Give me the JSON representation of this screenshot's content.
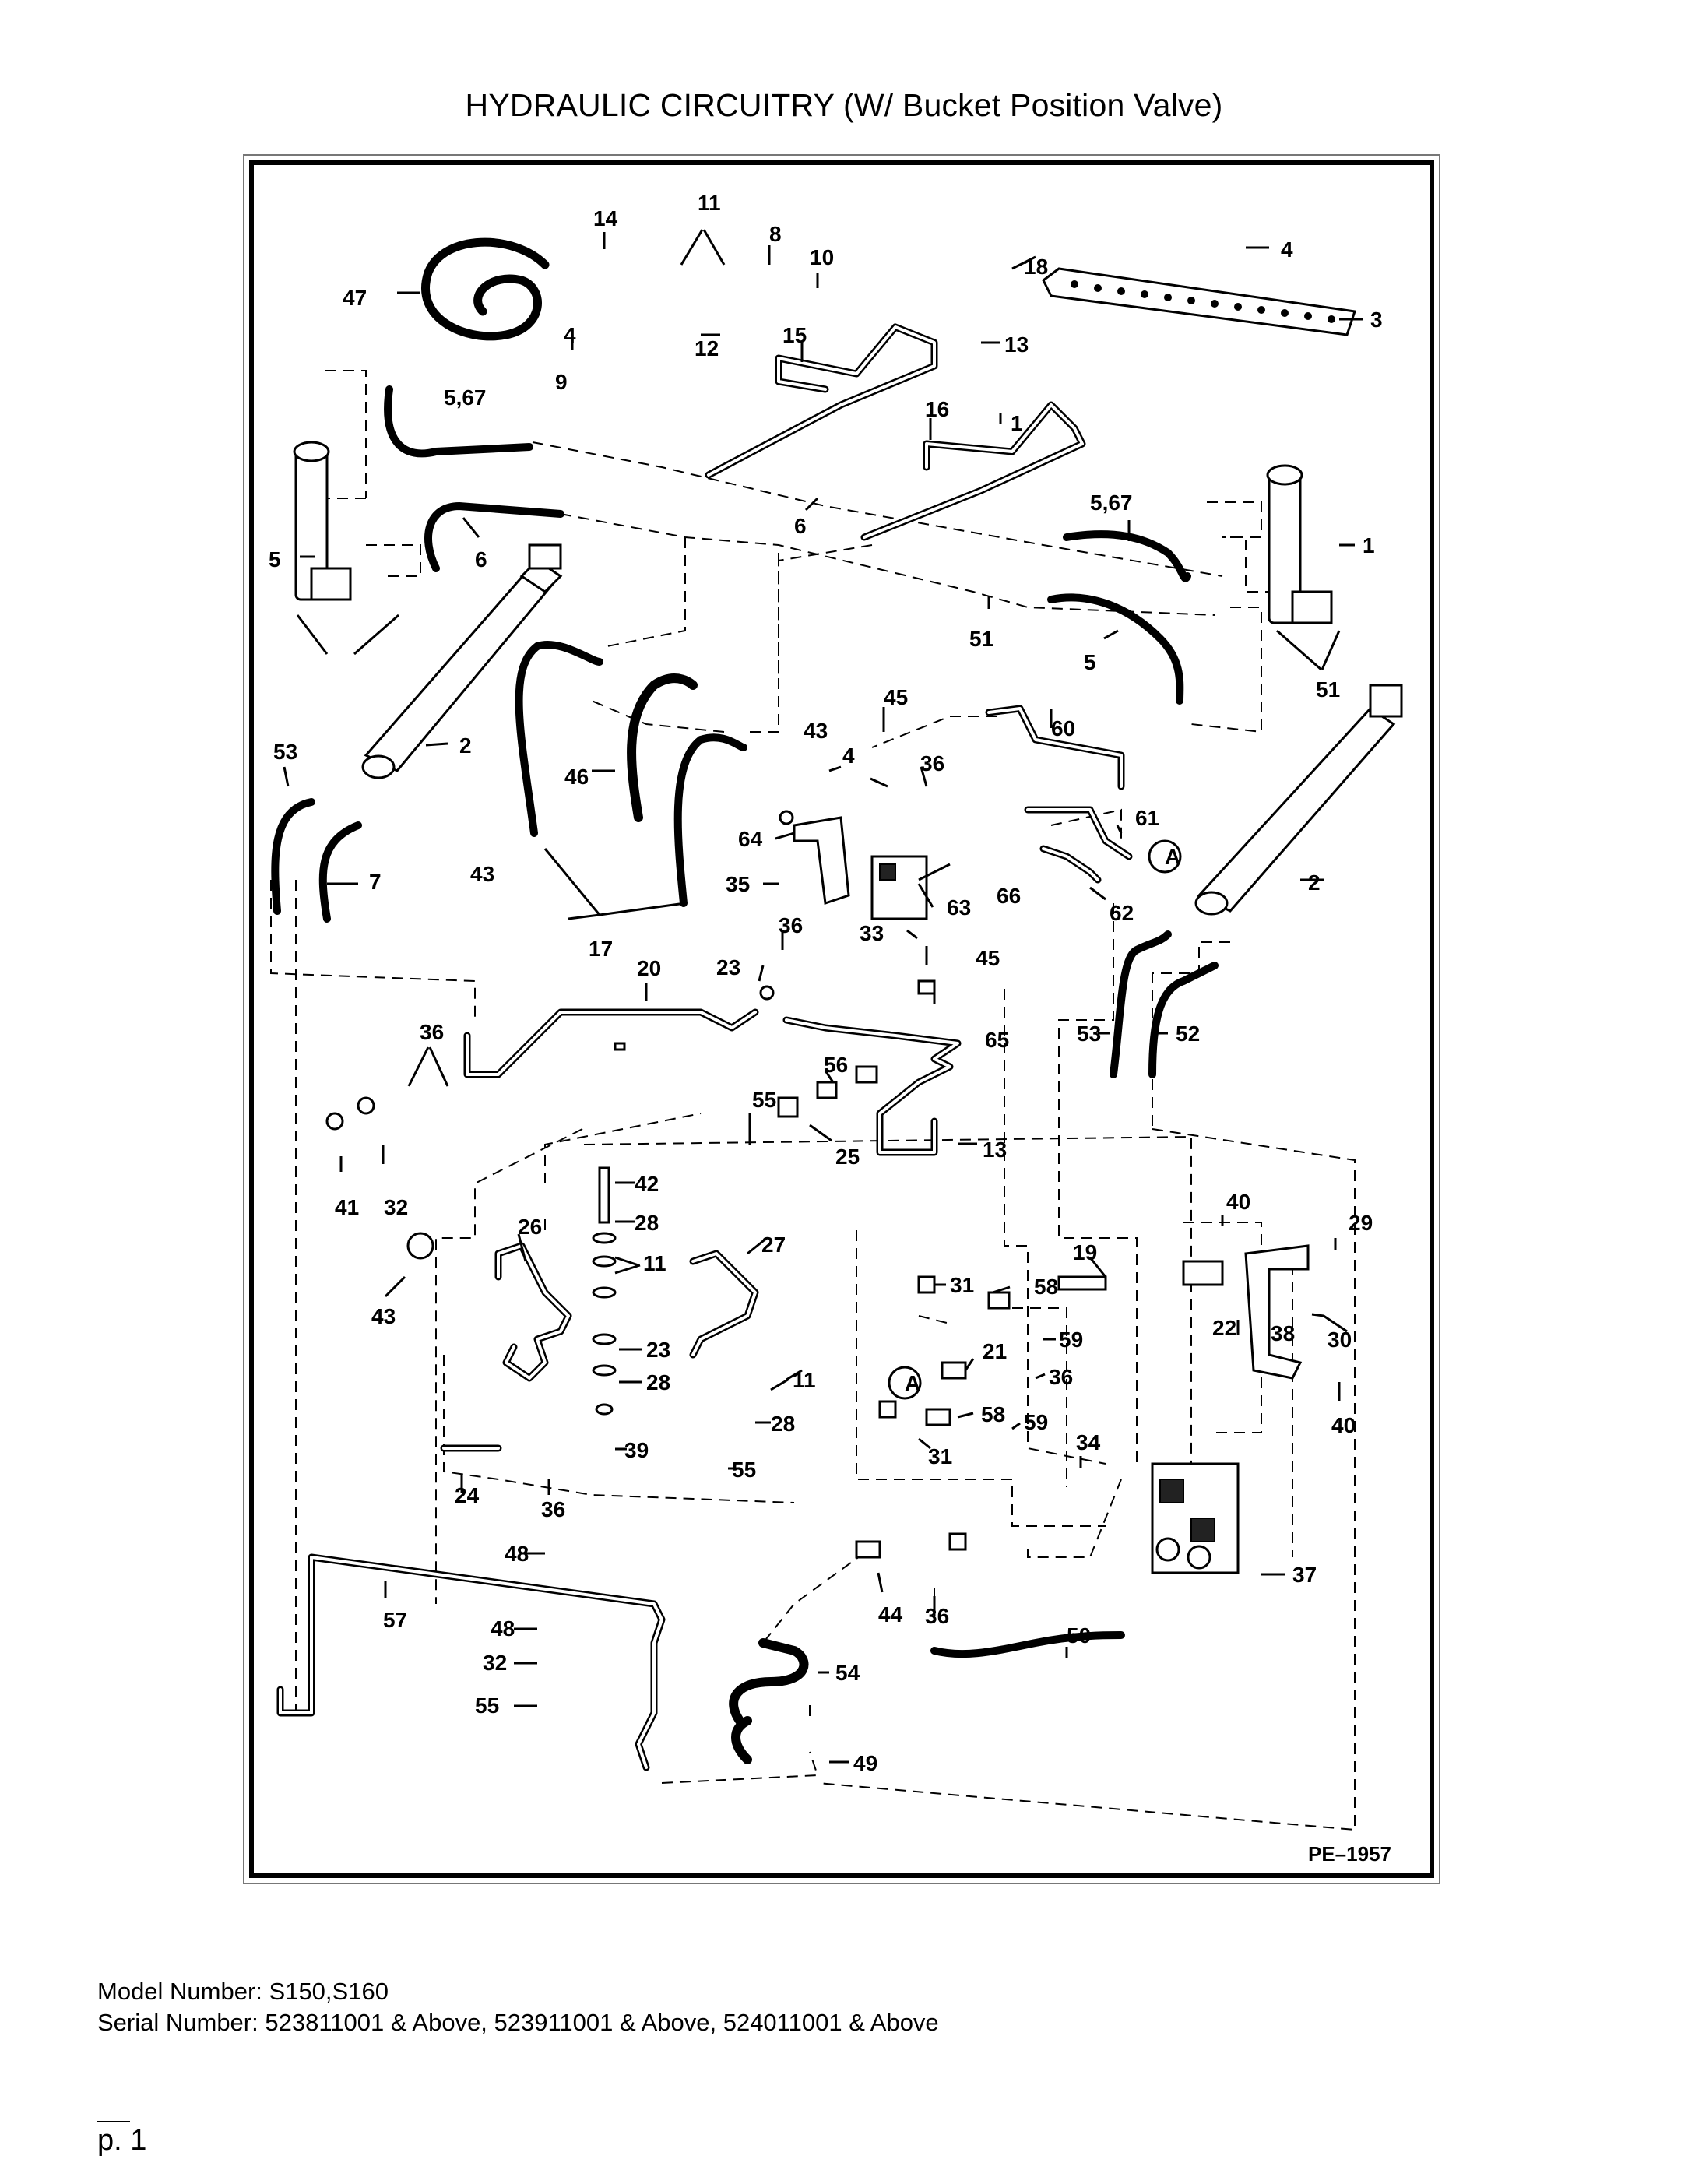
{
  "title": "HYDRAULIC CIRCUITRY (W/ Bucket Position Valve)",
  "figure_id": "PE–1957",
  "model_line": "Model Number: S150,S160",
  "serial_line": "Serial Number: 523811001 & Above, 523911001 & Above, 524011001 & Above",
  "page_label": "p. 1",
  "callouts": [
    "14",
    "11",
    "8",
    "10",
    "18",
    "4",
    "3",
    "47",
    "12",
    "4",
    "15",
    "13",
    "5,67",
    "9",
    "16",
    "1",
    "5",
    "6",
    "5,67",
    "1",
    "6",
    "51",
    "2",
    "5",
    "51",
    "53",
    "46",
    "43",
    "4",
    "45",
    "60",
    "36",
    "2",
    "61",
    "A",
    "64",
    "43",
    "7",
    "35",
    "66",
    "62",
    "17",
    "36",
    "63",
    "33",
    "45",
    "20",
    "65",
    "23",
    "36",
    "53",
    "52",
    "56",
    "55",
    "25",
    "13",
    "41",
    "32",
    "42",
    "28",
    "40",
    "29",
    "26",
    "27",
    "19",
    "11",
    "43",
    "31",
    "58",
    "22",
    "38",
    "30",
    "23",
    "59",
    "21",
    "28",
    "A",
    "36",
    "11",
    "40",
    "58",
    "59",
    "28",
    "31",
    "39",
    "55",
    "34",
    "24",
    "36",
    "48",
    "37",
    "57",
    "48",
    "44",
    "36",
    "50",
    "32",
    "54",
    "55",
    "49"
  ],
  "colors": {
    "ink": "#000000",
    "frame_shadow": "#777777",
    "background": "#ffffff"
  }
}
